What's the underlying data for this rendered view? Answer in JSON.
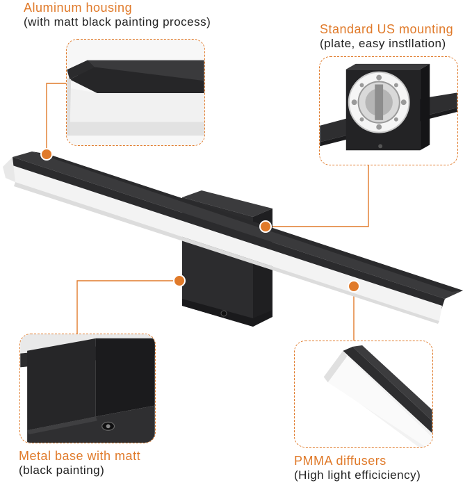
{
  "callouts": {
    "housing": {
      "title": "Aluminum housing",
      "sub": "(with matt black painting process)"
    },
    "mounting": {
      "title": "Standard US mounting",
      "sub": "(plate, easy instllation)"
    },
    "base": {
      "title": "Metal base with matt",
      "sub": "(black painting)"
    },
    "diffuser": {
      "title": "PMMA diffusers",
      "sub": "(High light efficiciency)"
    }
  },
  "colors": {
    "accent": "#e07a2a",
    "fixture_dark": "#2e2e30",
    "diffuser": "#f2f2f2"
  }
}
